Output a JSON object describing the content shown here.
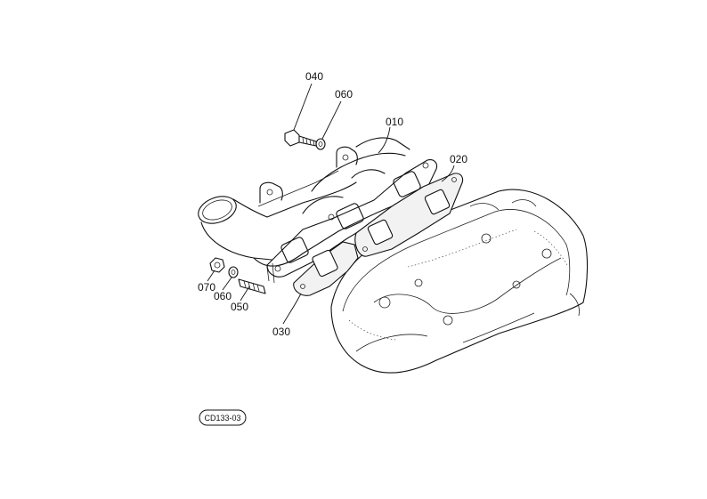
{
  "callouts": [
    {
      "id": "040",
      "text": "040"
    },
    {
      "id": "060a",
      "text": "060"
    },
    {
      "id": "010",
      "text": "010"
    },
    {
      "id": "020",
      "text": "020"
    },
    {
      "id": "070",
      "text": "070"
    },
    {
      "id": "060b",
      "text": "060"
    },
    {
      "id": "050",
      "text": "050"
    },
    {
      "id": "030",
      "text": "030"
    }
  ],
  "figure_code": "CD133-03"
}
